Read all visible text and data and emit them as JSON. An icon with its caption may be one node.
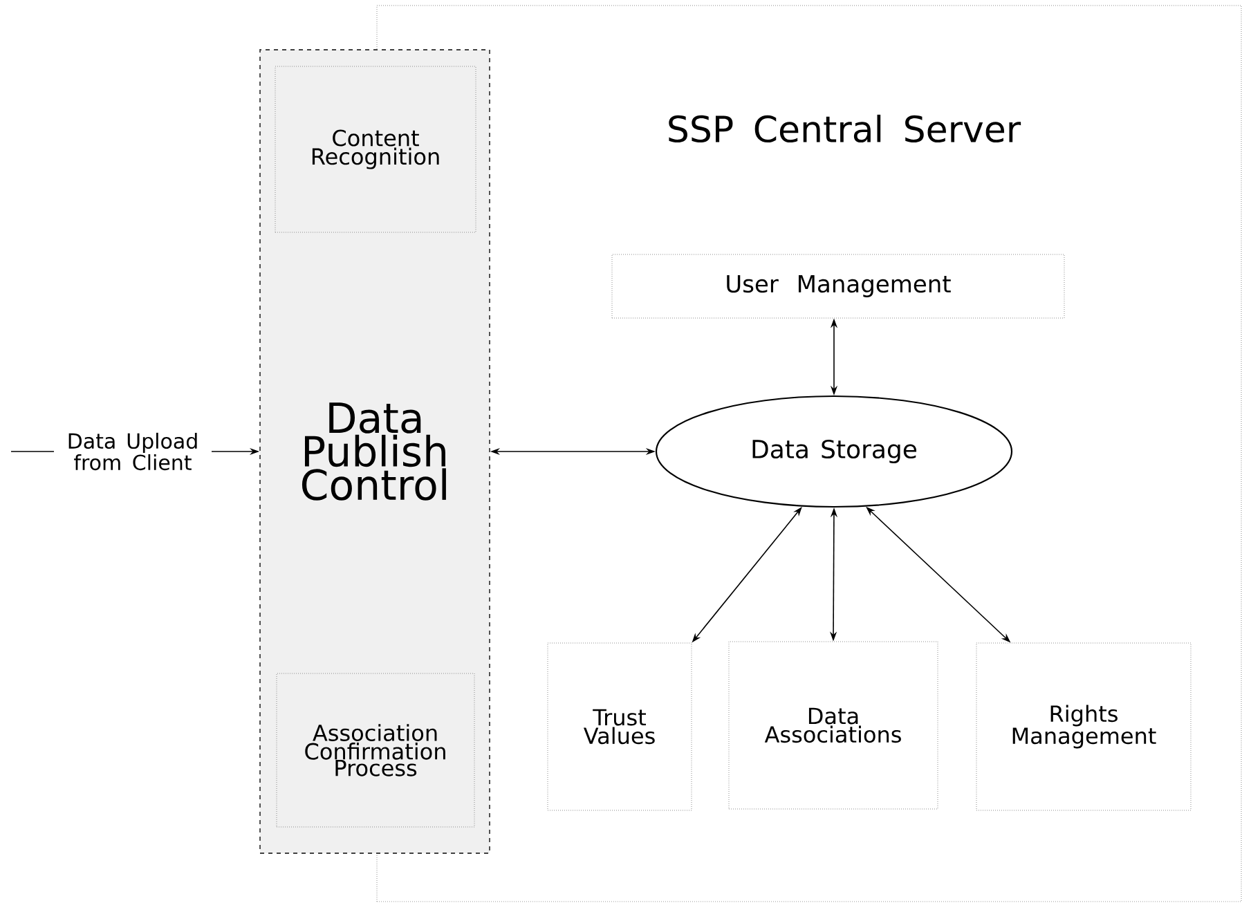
{
  "diagram": {
    "nodes": [
      {
        "text": [
          "SSP Central Server"
        ]
      },
      {
        "text": [
          "Data Publish Control"
        ]
      },
      {
        "text": [
          "Content Recognition"
        ],
        "in": 1
      },
      {
        "text": [
          "Association Confirmation Process"
        ],
        "in": 1
      },
      {
        "text": [
          "User Management"
        ],
        "in": 0
      },
      {
        "text": [
          "Data Storage"
        ],
        "in": 0
      },
      {
        "text": [
          "Trust Values"
        ],
        "in": 0
      },
      {
        "text": [
          "Data Associations"
        ],
        "in": 0
      },
      {
        "text": [
          "Rights Management"
        ],
        "in": 0
      }
    ],
    "edges": [
      {
        "from": null,
        "to": 1,
        "arrow": "to",
        "label": "Data Upload from Client"
      },
      {
        "from": 1,
        "to": 5,
        "arrow": "both"
      },
      {
        "from": 4,
        "to": 5,
        "arrow": "both"
      },
      {
        "from": 5,
        "to": 6,
        "arrow": "both"
      },
      {
        "from": 5,
        "to": 7,
        "arrow": "both"
      },
      {
        "from": 5,
        "to": 8,
        "arrow": "both"
      }
    ]
  }
}
